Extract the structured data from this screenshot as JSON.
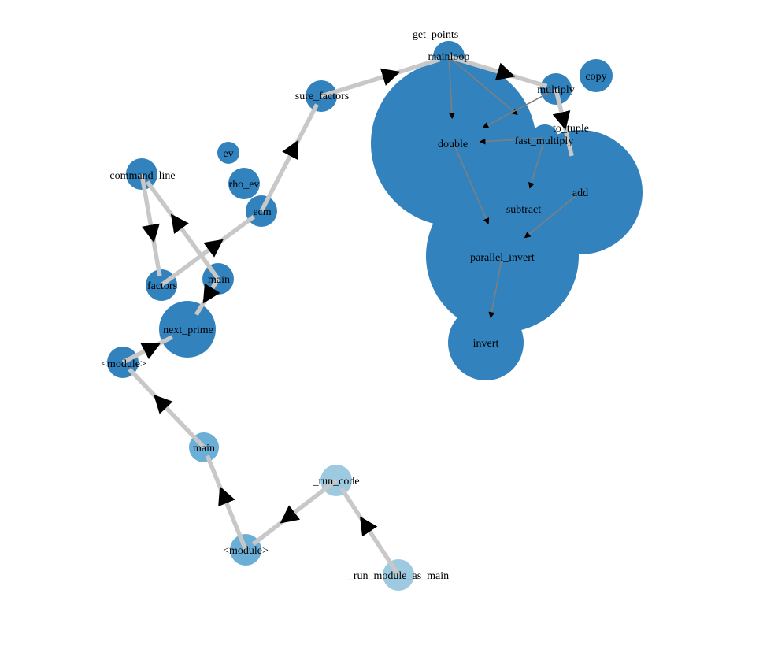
{
  "graph": {
    "colors": {
      "edge": "#c8c8c8",
      "edge_inner": "#7f7f7f",
      "arrow": "#000000",
      "node_dark": "#3182bd",
      "node_medium": "#6baed6",
      "node_light": "#9ecae1"
    },
    "nodes": [
      {
        "id": "get_points",
        "label": "get_points",
        "shade": "dark",
        "size": 1
      },
      {
        "id": "mainloop",
        "label": "mainloop",
        "shade": "dark",
        "size": 1
      },
      {
        "id": "sure_factors",
        "label": "sure_factors",
        "shade": "dark",
        "size": 1
      },
      {
        "id": "multiply",
        "label": "multiply",
        "shade": "dark",
        "size": 1
      },
      {
        "id": "copy",
        "label": "copy",
        "shade": "dark",
        "size": 1
      },
      {
        "id": "to_tuple",
        "label": "to_tuple",
        "shade": "dark",
        "size": 1
      },
      {
        "id": "double",
        "label": "double",
        "shade": "dark",
        "size": 5
      },
      {
        "id": "fast_multiply",
        "label": "fast_multiply",
        "shade": "dark",
        "size": 1
      },
      {
        "id": "add",
        "label": "add",
        "shade": "dark",
        "size": 4
      },
      {
        "id": "subtract",
        "label": "subtract",
        "shade": "dark",
        "size": 1
      },
      {
        "id": "parallel_invert",
        "label": "parallel_invert",
        "shade": "dark",
        "size": 5
      },
      {
        "id": "invert",
        "label": "invert",
        "shade": "dark",
        "size": 2.5
      },
      {
        "id": "ev",
        "label": "ev",
        "shade": "dark",
        "size": 0.7
      },
      {
        "id": "rho_ev",
        "label": "rho_ev",
        "shade": "dark",
        "size": 1
      },
      {
        "id": "ecm",
        "label": "ecm",
        "shade": "dark",
        "size": 1
      },
      {
        "id": "command_line",
        "label": "command_line",
        "shade": "dark",
        "size": 1
      },
      {
        "id": "factors",
        "label": "factors",
        "shade": "dark",
        "size": 1
      },
      {
        "id": "main_a",
        "label": "main",
        "shade": "dark",
        "size": 1
      },
      {
        "id": "next_prime",
        "label": "next_prime",
        "shade": "dark",
        "size": 2
      },
      {
        "id": "module_a",
        "label": "<module>",
        "shade": "dark",
        "size": 1
      },
      {
        "id": "main_b",
        "label": "main",
        "shade": "medium",
        "size": 1
      },
      {
        "id": "run_code",
        "label": "_run_code",
        "shade": "light",
        "size": 1
      },
      {
        "id": "module_b",
        "label": "<module>",
        "shade": "medium",
        "size": 1
      },
      {
        "id": "run_module_as_main",
        "label": "_run_module_as_main",
        "shade": "light",
        "size": 1
      }
    ],
    "edges": [
      {
        "from": "run_module_as_main",
        "to": "run_code",
        "style": "outer"
      },
      {
        "from": "run_code",
        "to": "module_b",
        "style": "outer"
      },
      {
        "from": "module_b",
        "to": "main_b",
        "style": "outer"
      },
      {
        "from": "main_b",
        "to": "module_a",
        "style": "outer"
      },
      {
        "from": "module_a",
        "to": "next_prime",
        "style": "outer"
      },
      {
        "from": "main_a",
        "to": "next_prime",
        "style": "outer"
      },
      {
        "from": "main_a",
        "to": "command_line",
        "style": "outer"
      },
      {
        "from": "command_line",
        "to": "factors",
        "style": "outer"
      },
      {
        "from": "factors",
        "to": "ecm",
        "style": "outer"
      },
      {
        "from": "ecm",
        "to": "sure_factors",
        "style": "outer"
      },
      {
        "from": "sure_factors",
        "to": "mainloop",
        "style": "outer"
      },
      {
        "from": "mainloop",
        "to": "multiply",
        "style": "outer"
      },
      {
        "from": "multiply",
        "to": "add",
        "style": "outer"
      },
      {
        "from": "mainloop",
        "to": "double",
        "style": "inner"
      },
      {
        "from": "mainloop",
        "to": "fast_multiply",
        "style": "inner"
      },
      {
        "from": "multiply",
        "to": "double",
        "style": "inner"
      },
      {
        "from": "fast_multiply",
        "to": "double",
        "style": "inner"
      },
      {
        "from": "fast_multiply",
        "to": "subtract",
        "style": "inner"
      },
      {
        "from": "double",
        "to": "parallel_invert",
        "style": "inner"
      },
      {
        "from": "add",
        "to": "parallel_invert",
        "style": "inner"
      },
      {
        "from": "parallel_invert",
        "to": "invert",
        "style": "inner"
      }
    ]
  }
}
